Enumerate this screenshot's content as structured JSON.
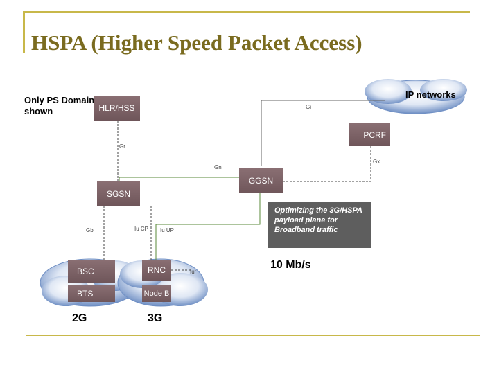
{
  "title": "HSPA (Higher Speed Packet Access)",
  "note": "Only PS Domain shown",
  "clouds": {
    "ip_networks": "IP networks"
  },
  "nodes": {
    "hlr": "HLR/HSS",
    "pcrf": "PCRF",
    "ggsn": "GGSN",
    "sgsn": "SGSN",
    "bsc": "BSC",
    "rnc": "RNC",
    "bts": "BTS",
    "nodeb": "Node B"
  },
  "interfaces": {
    "gi": "Gi",
    "gr": "Gr",
    "gx": "Gx",
    "gn": "Gn",
    "gb": "Gb",
    "iu_cp": "Iu CP",
    "iu_up": "Iu UP",
    "iur": "Iur"
  },
  "callout": "Optimizing the 3G/HSPA payload plane for Broadband traffic",
  "speed": "10 Mb/s",
  "generations": {
    "g2": "2G",
    "g3": "3G"
  },
  "colors": {
    "frame": "#c8b84a",
    "title": "#7a6b1f",
    "box": "#7d6367",
    "user_plane": "#5a8a3a",
    "cloud": "#6f8fc4"
  }
}
